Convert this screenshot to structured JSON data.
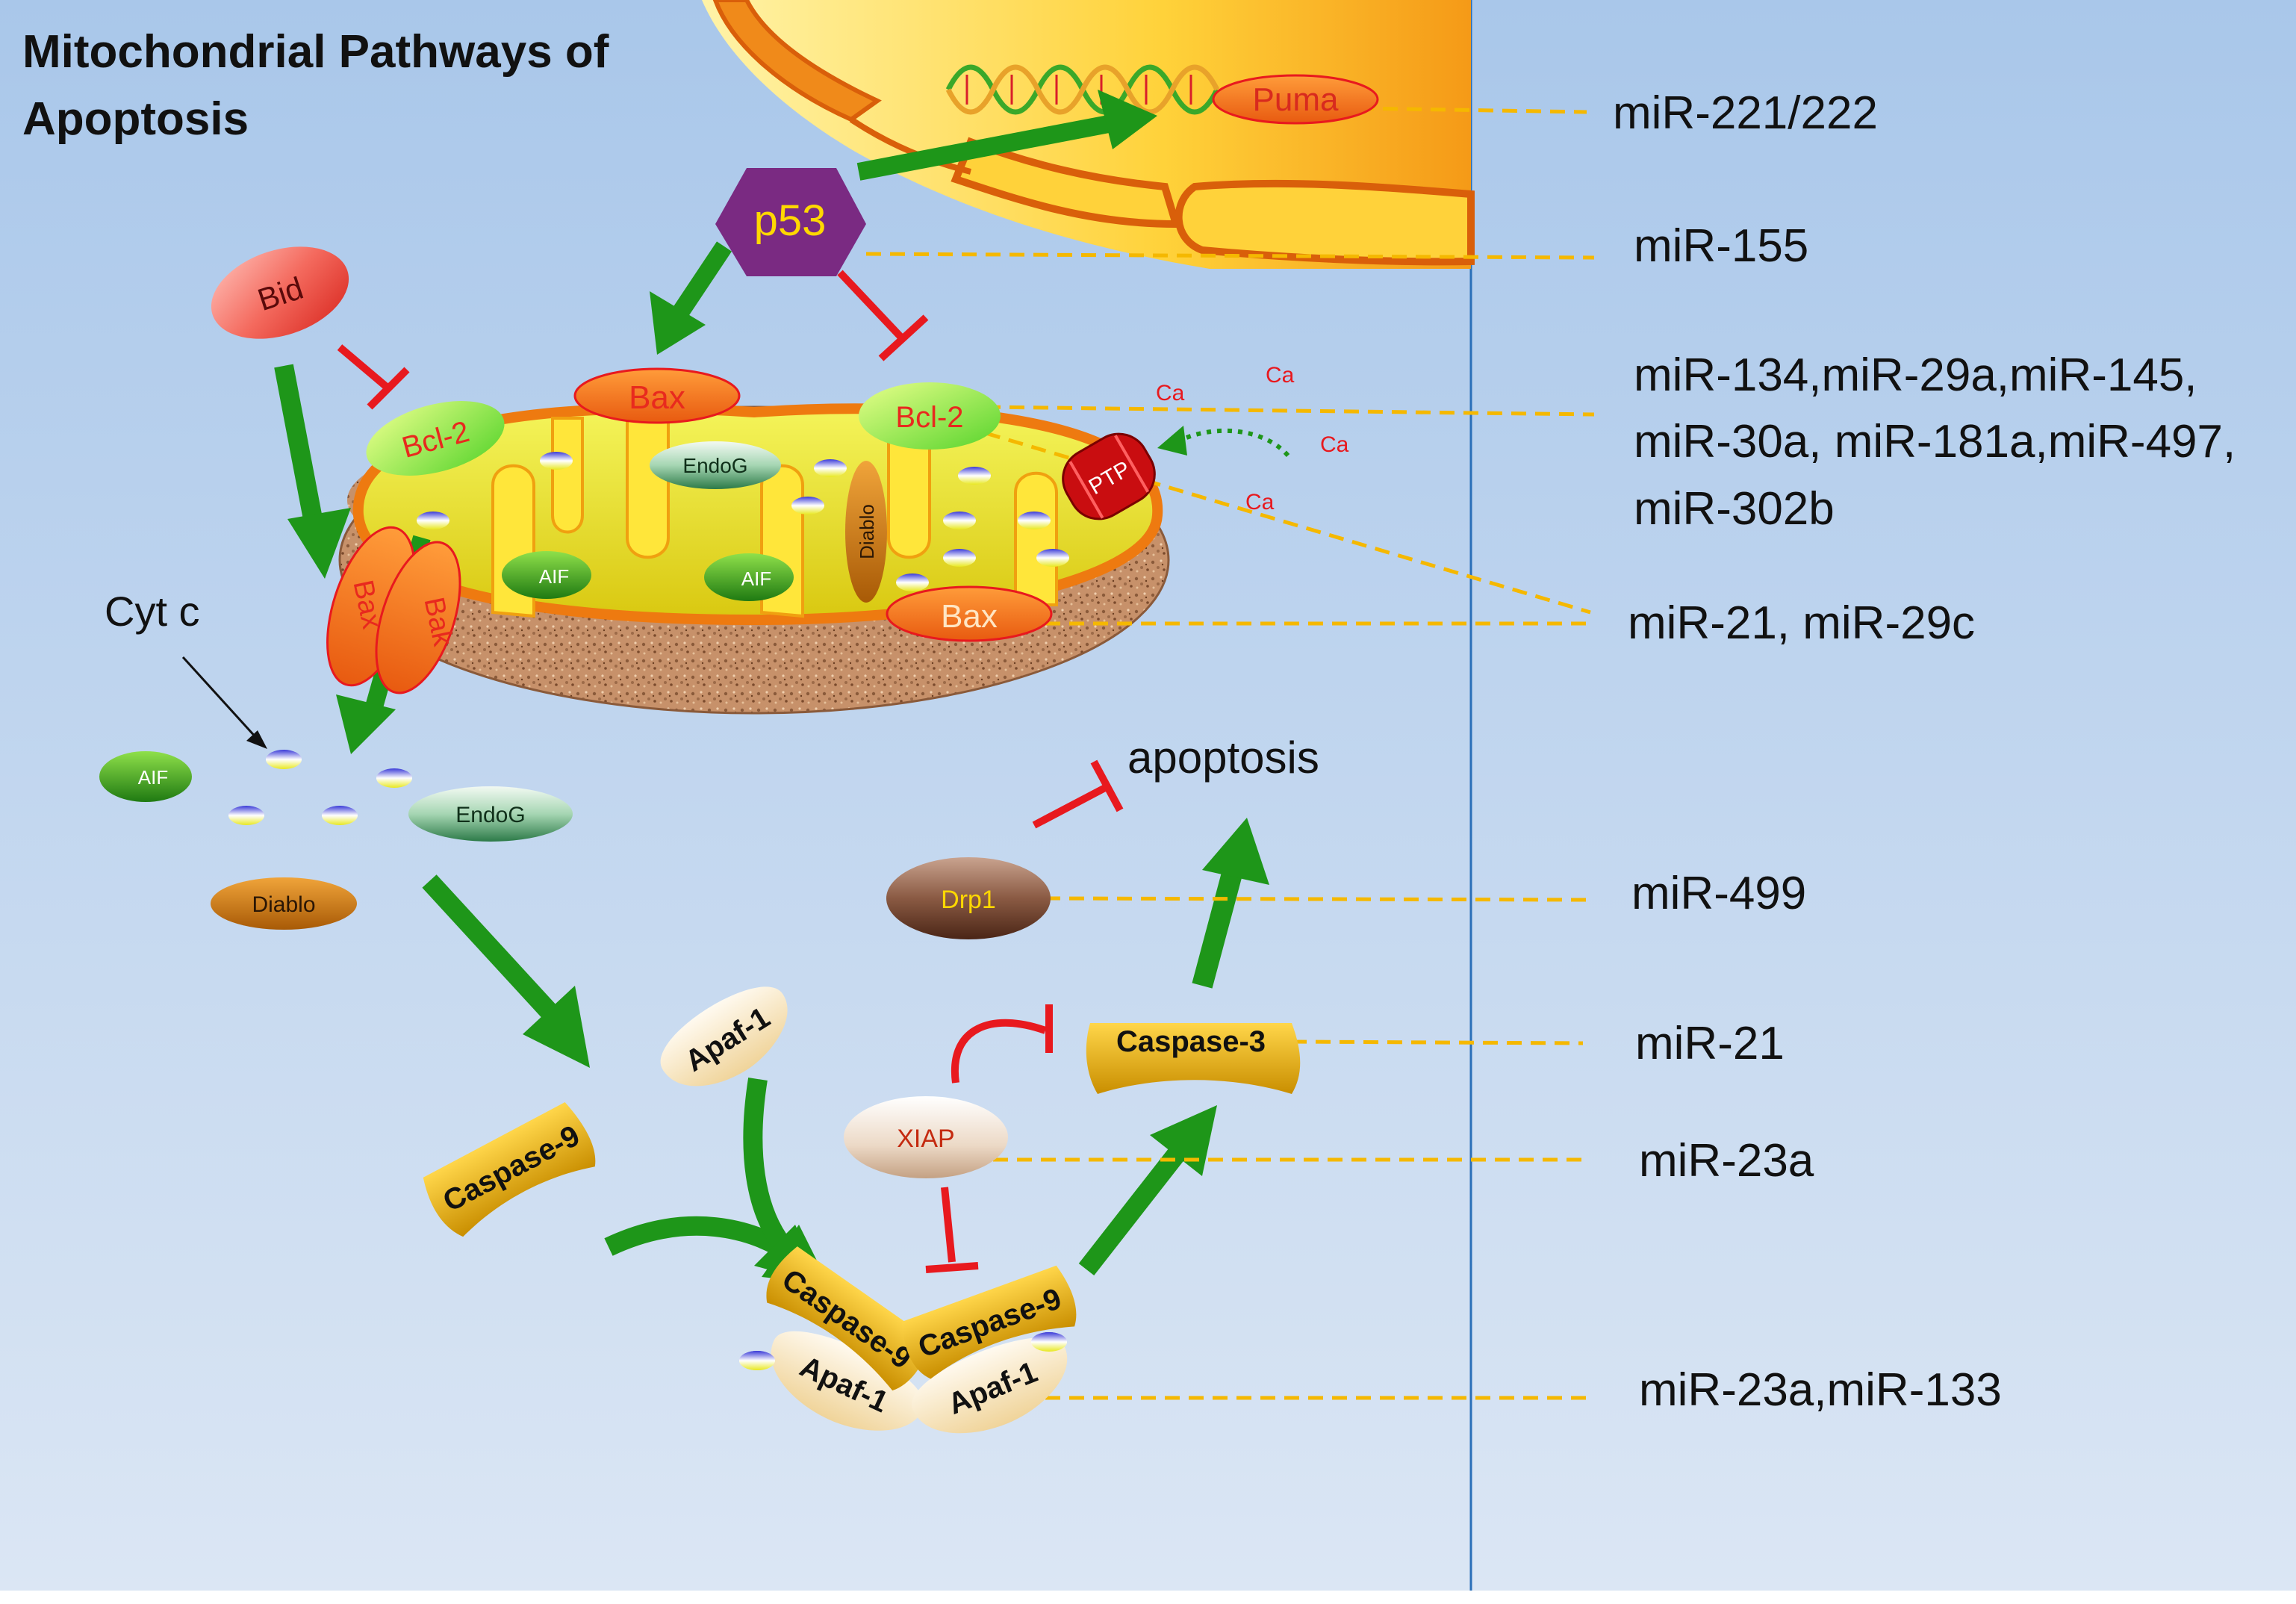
{
  "title_lines": [
    "Mitochondrial Pathways of",
    "Apoptosis"
  ],
  "nodes": {
    "puma": "Puma",
    "p53": "p53",
    "bid": "Bid",
    "bcl2_left": "Bcl-2",
    "bax_top": "Bax",
    "bcl2_mito": "Bcl-2",
    "endog_inner": "EndoG",
    "diablo_inner": "Diablo",
    "aif_inner_1": "AIF",
    "aif_inner_2": "AIF",
    "bax_mito": "Bax",
    "ptp": "PTP",
    "bax_channel": "Bax",
    "bak_channel": "Bak",
    "cyt_c": "Cyt c",
    "aif_released": "AIF",
    "endog_released": "EndoG",
    "diablo_released": "Diablo",
    "apoptosis": "apoptosis",
    "drp1": "Drp1",
    "apaf1_free": "Apaf-1",
    "caspase9_free": "Caspase-9",
    "xiap": "XIAP",
    "caspase3": "Caspase-3",
    "caspase9_complex_1": "Caspase-9",
    "caspase9_complex_2": "Caspase-9",
    "apaf1_complex_1": "Apaf-1",
    "apaf1_complex_2": "Apaf-1",
    "calcium": [
      "Ca",
      "Ca",
      "Ca",
      "Ca"
    ]
  },
  "mirnas": {
    "puma": "miR-221/222",
    "p53": "miR-155",
    "bcl2_lines": [
      "miR-134,miR-29a,miR-145,",
      "miR-30a, miR-181a,miR-497,",
      "miR-302b"
    ],
    "ptp_bax": "miR-21, miR-29c",
    "drp1": "miR-499",
    "caspase3": "miR-21",
    "xiap": "miR-23a",
    "apoptosome": "miR-23a,miR-133"
  },
  "colors": {
    "background_top": "#a9c7ea",
    "background_bottom": "#dbe6f4",
    "activation_arrow": "#1e9619",
    "inhibition": "#e8191e",
    "dashed_link": "#f5b800",
    "divider": "#2a6fb8",
    "p53": "#7a2a82",
    "p53_text": "#ffd800",
    "caspase": "#e0a800"
  }
}
